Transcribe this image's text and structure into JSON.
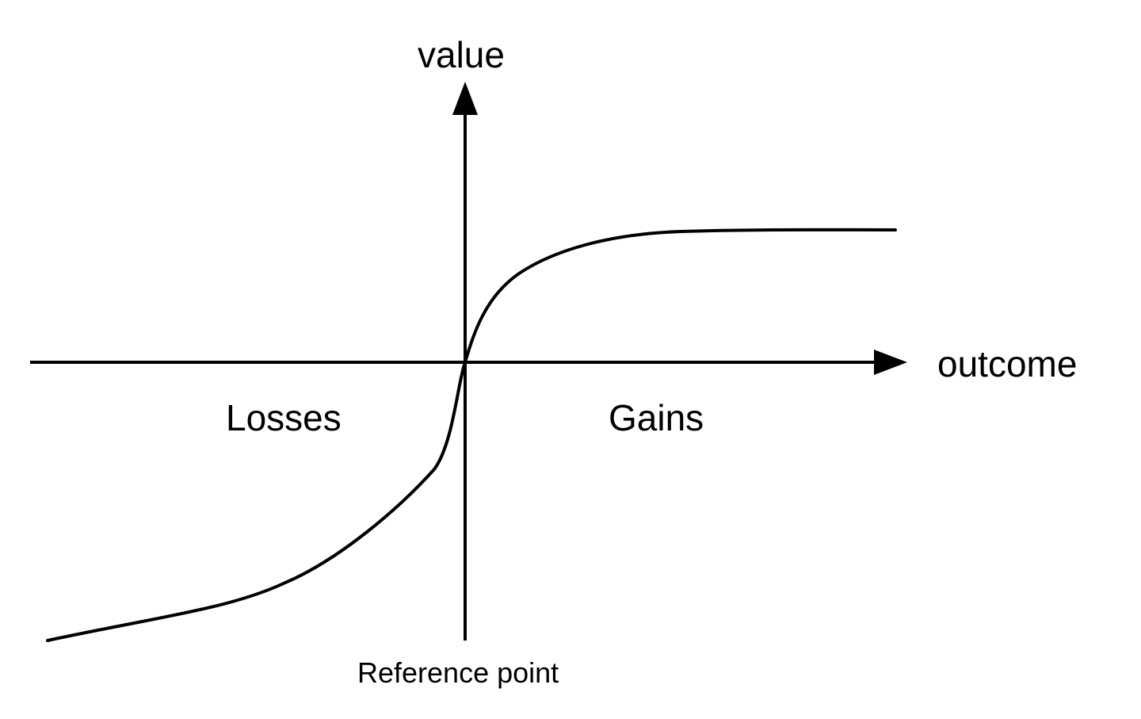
{
  "diagram": {
    "y_axis_label": "value",
    "x_axis_label": "outcome",
    "region_left_label": "Losses",
    "region_right_label": "Gains",
    "origin_label": "Reference point",
    "line_color": "#000000",
    "background_color": "#ffffff",
    "curve_shape": "s-shaped value function, concave for gains, convex and steeper for losses"
  }
}
